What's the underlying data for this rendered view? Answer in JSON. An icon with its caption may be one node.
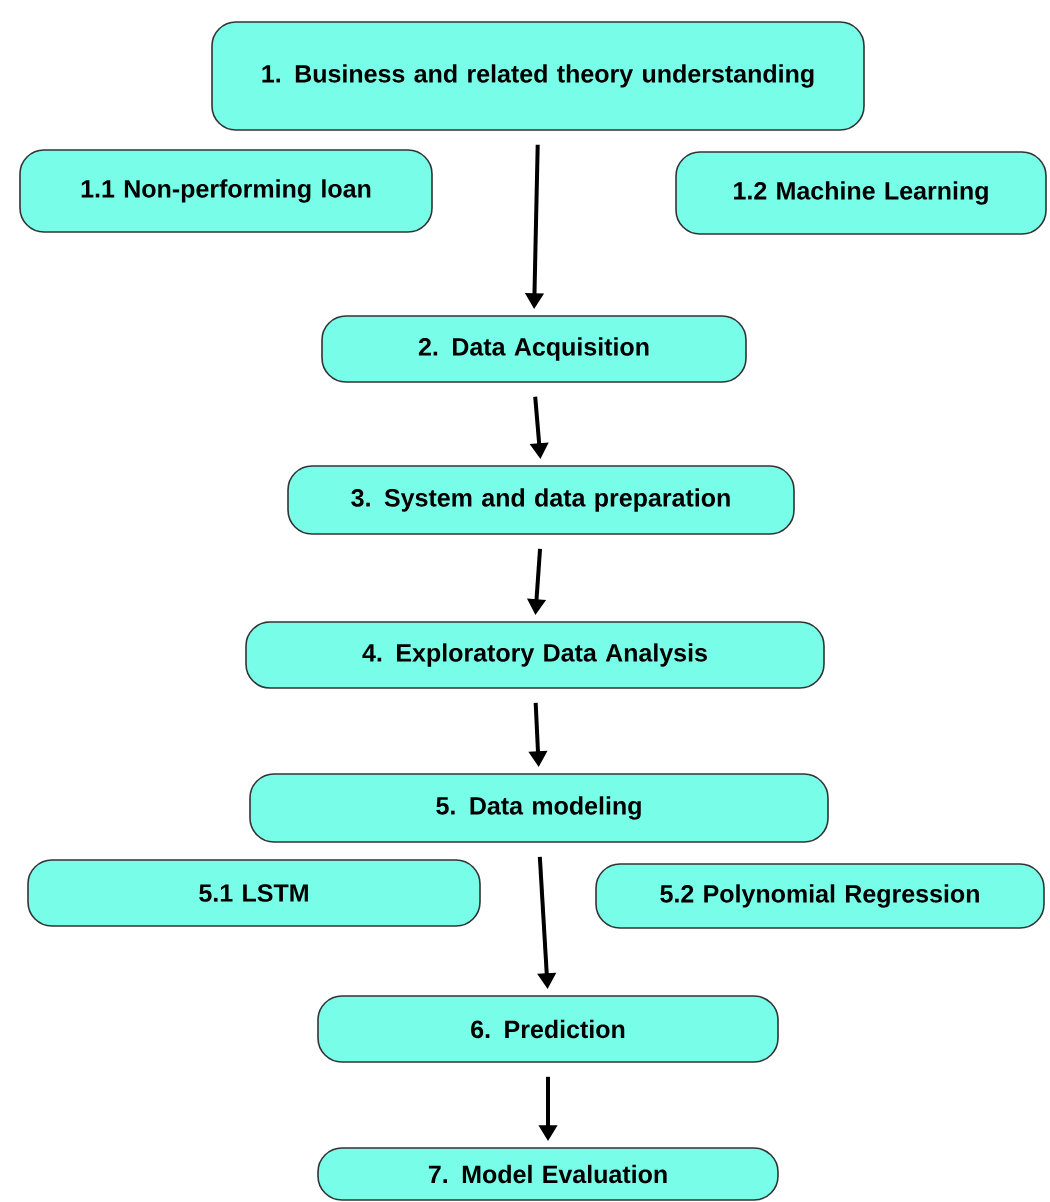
{
  "diagram": {
    "nodes": [
      {
        "text": [
          "1. Business and related theory understanding"
        ]
      },
      {
        "text": [
          "1.1 Non-performing loan"
        ]
      },
      {
        "text": [
          "1.2 Machine Learning"
        ]
      },
      {
        "text": [
          "2. Data Acquisition"
        ]
      },
      {
        "text": [
          "3. System and data preparation"
        ]
      },
      {
        "text": [
          "4. Exploratory Data Analysis"
        ]
      },
      {
        "text": [
          "5. Data modeling"
        ]
      },
      {
        "text": [
          "5.1 LSTM"
        ]
      },
      {
        "text": [
          "5.2 Polynomial Regression"
        ]
      },
      {
        "text": [
          "6. Prediction"
        ]
      },
      {
        "text": [
          "7. Model Evaluation"
        ]
      }
    ],
    "edges": [
      {
        "from": 0,
        "to": 3,
        "arrow": "to"
      },
      {
        "from": 3,
        "to": 4,
        "arrow": "to"
      },
      {
        "from": 4,
        "to": 5,
        "arrow": "to"
      },
      {
        "from": 5,
        "to": 6,
        "arrow": "to"
      },
      {
        "from": 6,
        "to": 9,
        "arrow": "to"
      },
      {
        "from": 9,
        "to": 10,
        "arrow": "to"
      }
    ]
  }
}
